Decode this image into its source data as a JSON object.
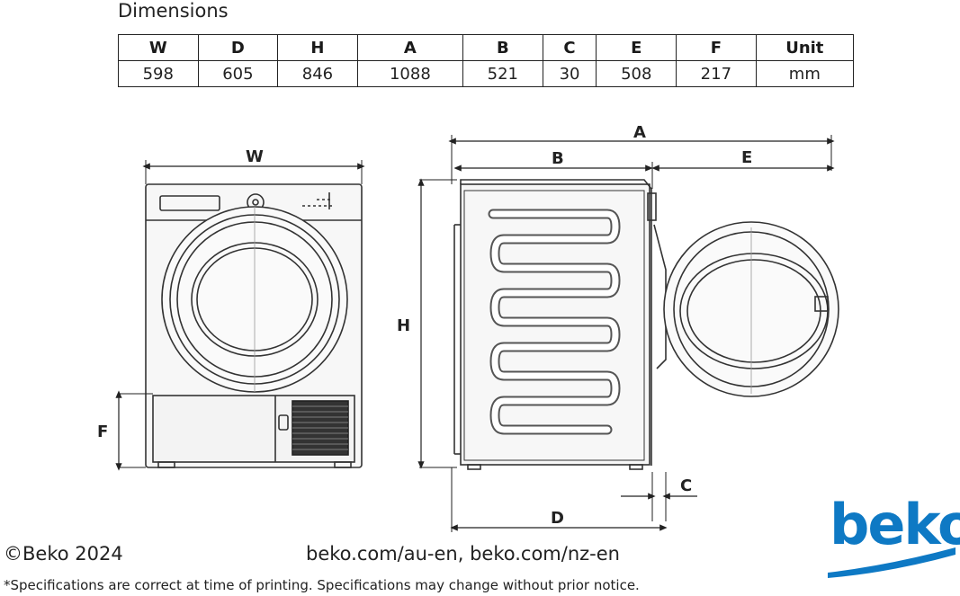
{
  "document": {
    "title": "Dimensions",
    "table": {
      "headers": [
        "W",
        "D",
        "H",
        "A",
        "B",
        "C",
        "E",
        "F",
        "Unit"
      ],
      "values": [
        "598",
        "605",
        "846",
        "1088",
        "521",
        "30",
        "508",
        "217",
        "mm"
      ]
    },
    "diagram_labels": {
      "front_width": "W",
      "front_base": "F",
      "side_height": "H",
      "total_depth_open": "A",
      "body_depth": "B",
      "door_depth": "E",
      "door_gap": "C",
      "overall_depth": "D"
    },
    "footer": {
      "copyright": "©Beko 2024",
      "websites": "beko.com/au-en, beko.com/nz-en",
      "disclaimer": "*Specifications are correct at time of printing. Specifications may change without prior notice."
    },
    "logo": {
      "text": "beko",
      "color": "#0e79c4"
    }
  }
}
